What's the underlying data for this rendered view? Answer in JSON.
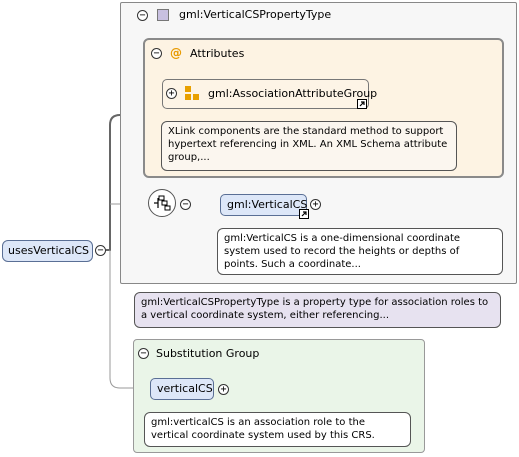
{
  "root": {
    "label": "usesVerticalCS"
  },
  "type": {
    "label": "gml:VerticalCSPropertyType"
  },
  "attributes": {
    "heading": "Attributes",
    "group": {
      "label": "gml:AssociationAttributeGroup"
    },
    "group_doc": "XLink components are the standard method to support hypertext referencing in XML. An XML Schema attribute group,..."
  },
  "sequence": {
    "element": {
      "label": "gml:VerticalCS"
    },
    "element_doc": "gml:VerticalCS is a one-dimensional coordinate system used to record the heights or depths of points. Such a coordinate..."
  },
  "type_doc": "gml:VerticalCSPropertyType is a property type for association roles to a vertical coordinate system, either referencing...",
  "substitution": {
    "heading": "Substitution Group",
    "element": {
      "label": "verticalCS"
    },
    "element_doc": "gml:verticalCS is an association role to the vertical coordinate system used by this CRS."
  },
  "symbols": {
    "collapse": "⊖",
    "expand": "⊕",
    "attribute_marker": "@"
  },
  "colors": {
    "type_box": "#f7f7f7",
    "attributes_box": "#fdf3e3",
    "attribute_group": "#fdf4e6",
    "element_pill": "#dde7f8",
    "type_doc": "#e7e2f0",
    "substitution_box": "#eaf5e8"
  }
}
